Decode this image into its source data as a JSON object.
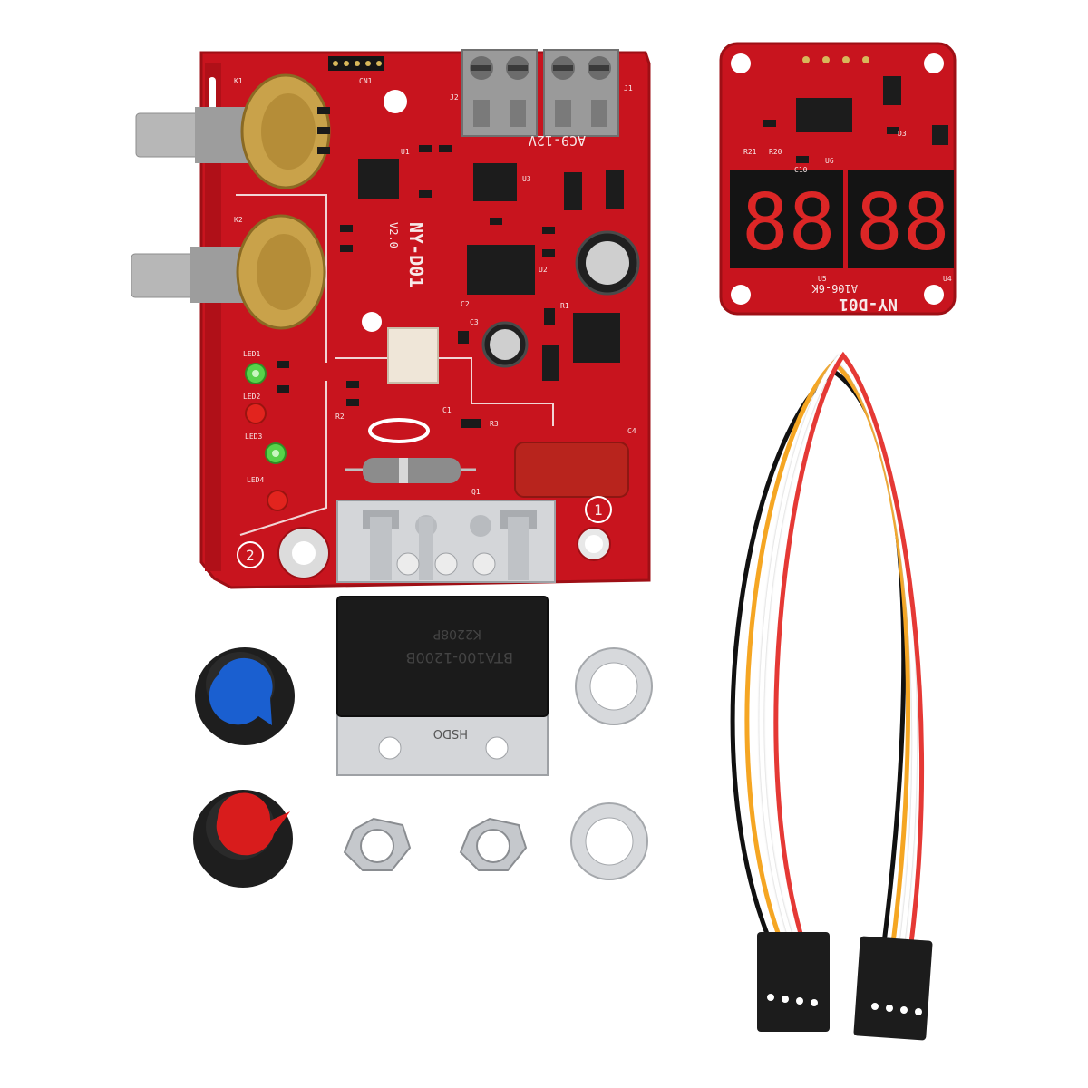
{
  "main_board": {
    "model_label": "NY-D01",
    "version_label": "V2.0",
    "power_label": "AC9-12V",
    "marker_one": "1",
    "marker_two": "2",
    "silkscreen": [
      "K1",
      "K2",
      "LED1",
      "LED2",
      "LED3",
      "LED4",
      "R1",
      "R2",
      "R3",
      "C1",
      "C2",
      "C3",
      "C4",
      "Q1",
      "U1",
      "U2",
      "U3",
      "J1",
      "J2",
      "CN1"
    ]
  },
  "display_board": {
    "model_label": "NY-D01",
    "sub_label": "A106-6K",
    "digits_left": "88",
    "digits_right": "88",
    "silkscreen": [
      "U4",
      "U5",
      "U6",
      "R20",
      "R21",
      "C10",
      "D3"
    ]
  },
  "triac": {
    "part_label": "BTA100-1200B",
    "code_label": "K2208P",
    "brand_label": "HSDO"
  },
  "knobs": [
    {
      "name": "blue-knob",
      "color": "#1a5fd0"
    },
    {
      "name": "red-knob",
      "color": "#d81c1c"
    }
  ],
  "cable": {
    "wire_colors": [
      "#111111",
      "#f5a623",
      "#ffffff",
      "#e53935"
    ],
    "connector_color": "#1c1c1c"
  },
  "colors": {
    "pcb": "#c8141e",
    "pcb_edge": "#9e0f15",
    "metal": "#c9ccd0",
    "terminal": "#9a9a9a"
  }
}
